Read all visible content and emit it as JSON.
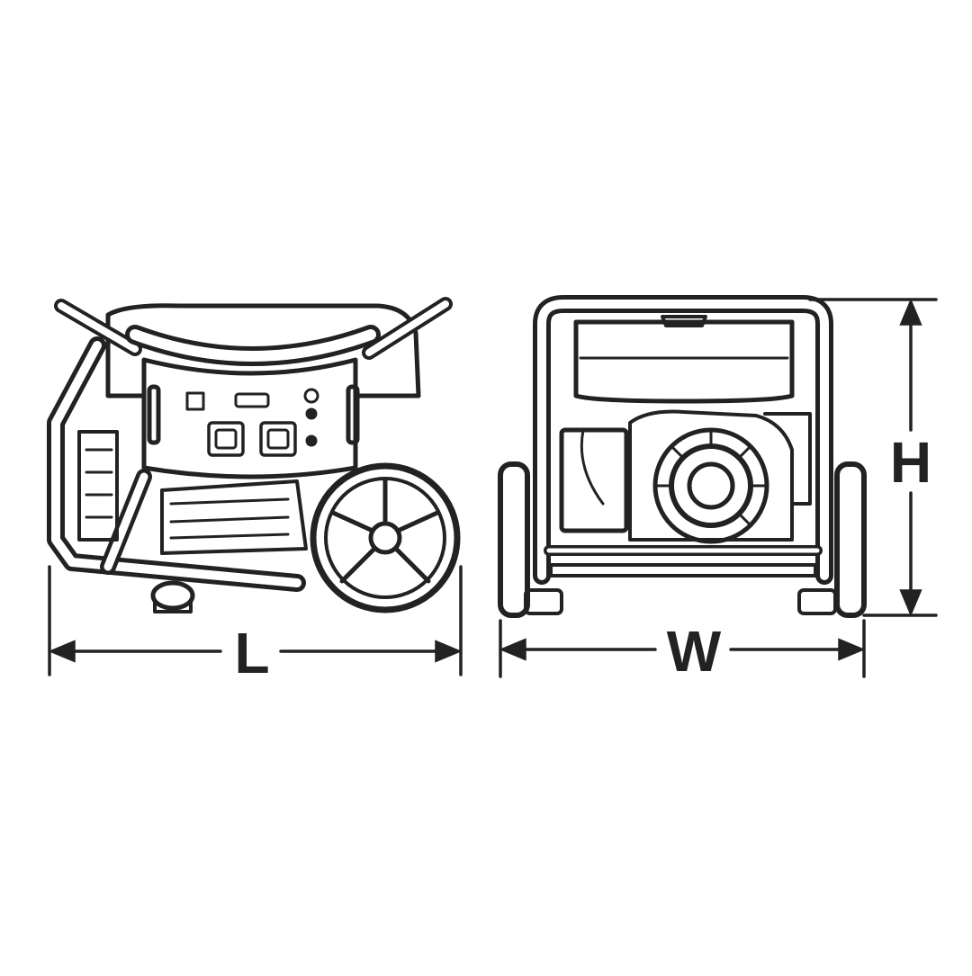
{
  "dimensions": {
    "length_label": "L",
    "width_label": "W",
    "height_label": "H"
  },
  "colors": {
    "line": "#222222",
    "fill": "#ffffff",
    "background": "#ffffff"
  }
}
